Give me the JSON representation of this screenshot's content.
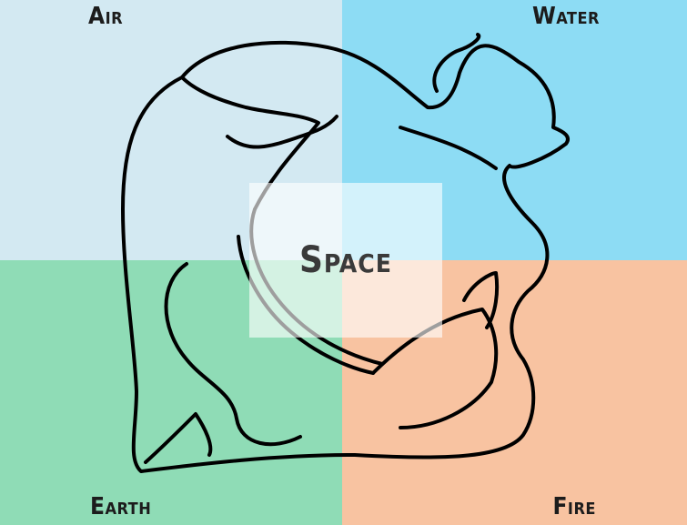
{
  "labels": {
    "air": "Air",
    "water": "Water",
    "earth": "Earth",
    "fire": "Fire",
    "space": "Space"
  },
  "colors": {
    "air": "#d3e9f2",
    "water": "#8ddcf4",
    "earth": "#8fdcb6",
    "fire": "#f8c3a1",
    "outline": "#000000"
  }
}
